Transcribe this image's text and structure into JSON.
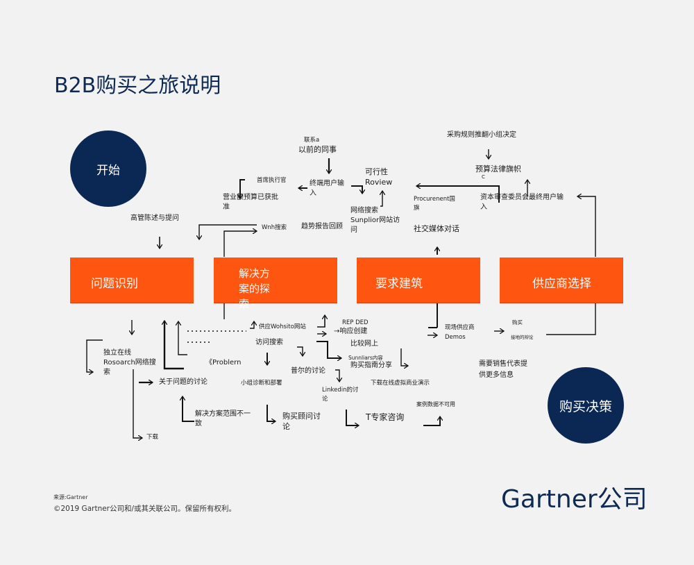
{
  "title": "B2B购买之旅说明",
  "start_label": "开始",
  "end_label": "购买决策",
  "stages": [
    {
      "label": "问题识别"
    },
    {
      "label": "解决方案的探索"
    },
    {
      "label": "要求建筑"
    },
    {
      "label": "供应商选择"
    }
  ],
  "annotations": {
    "contact_prefix": "联系a",
    "contact": "以前的同事",
    "ceo": "首席执行官",
    "end_user_input": "终端用户输入",
    "budget_approved": "营业额预算已获批准",
    "feasibility": "可行性",
    "review": "Roview",
    "exec_statement": "高管陈述与提问",
    "web_search_label": "Wnh搜索",
    "trend_report": "趋势报告回顾",
    "web_search_supplier": "网络搜索",
    "supplier_site_visit": "Sunplior网站访问",
    "procurement_flag": "Procurenent国旗",
    "social_media": "社交媒体对话",
    "procurement_overturn": "采购规则推翻小组决定",
    "budget_legal": "预算法律旗帜",
    "budget_legal_sub": "C",
    "capital_committee": "资本审查委员会最终用户输入",
    "independent_research": "独立在线Rosoarch网络搜索",
    "problem_discussion": "关于问题的讨论",
    "download": "下载",
    "solution_scope": "解决方案范围不一致",
    "problem_quote": "《Problern",
    "supplier_website": "供应Wohsito网站",
    "visit_search": "访问搜索",
    "team_diagnosis": "小组诊断和部署",
    "buy_consultant": "购买顾问讨论",
    "peer_discussion": "普尔的讨论",
    "linkedin": "Linkedin的讨论",
    "expert_consult": "T专家咨询",
    "rep_ded": "REP DED",
    "response_create": "→响应创建",
    "compare_online": "比较网上",
    "supplier_content": "Sunnliars内容",
    "buying_guide": "购买指南分享",
    "download_demo": "下载在线虚拟商业演示",
    "case_data": "案例数据不可用",
    "onsite_demos_1": "现场供应商",
    "onsite_demos_2": "Demos",
    "buy": "购买",
    "grounded_debate": "接地的辩论",
    "need_sales_rep": "需要销售代表提供更多信息"
  },
  "footer": {
    "source": "来源:Gartner",
    "copyright": "©2019 Gartner公司和/或其关联公司。保留所有权利。",
    "brand": "Gartner公司"
  },
  "colors": {
    "navy": "#0b2855",
    "orange": "#fe5510",
    "background": "#f2f2f2"
  }
}
